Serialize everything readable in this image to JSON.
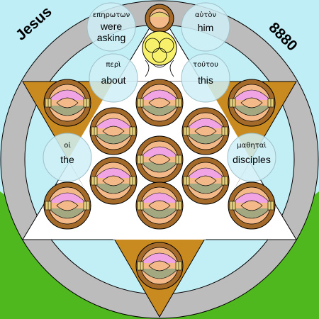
{
  "labels": {
    "name": "Jesus",
    "number": "8880"
  },
  "bubbles": [
    {
      "greek": "επηρωτων",
      "english_1": "were",
      "english_2": "asking"
    },
    {
      "greek": "αὐτὸν",
      "english_1": "him"
    },
    {
      "greek": "περὶ",
      "english_1": "about"
    },
    {
      "greek": "τούτου",
      "english_1": "this"
    },
    {
      "greek": "οἱ",
      "english_1": "the"
    },
    {
      "greek": "μαθηταὶ",
      "english_1": "disciples"
    }
  ],
  "colors": {
    "sky": "#bfeef7",
    "grass": "#4fb81e",
    "outer_disk": "#bcbcbc",
    "inner_disk": "#c2eef6",
    "upper_triangle": "#ffffff",
    "lower_triangle": "#c98a1f",
    "tile_ring": "#a36a2a",
    "tile_face": "#f3b989",
    "tile_petal_pink": "#f1a4e3",
    "tile_petal_olive": "#a4a881",
    "top_sun": "#f6f06a",
    "bubble_fill": "#cff0f7",
    "bubble_edge": "#9fbfc7"
  }
}
